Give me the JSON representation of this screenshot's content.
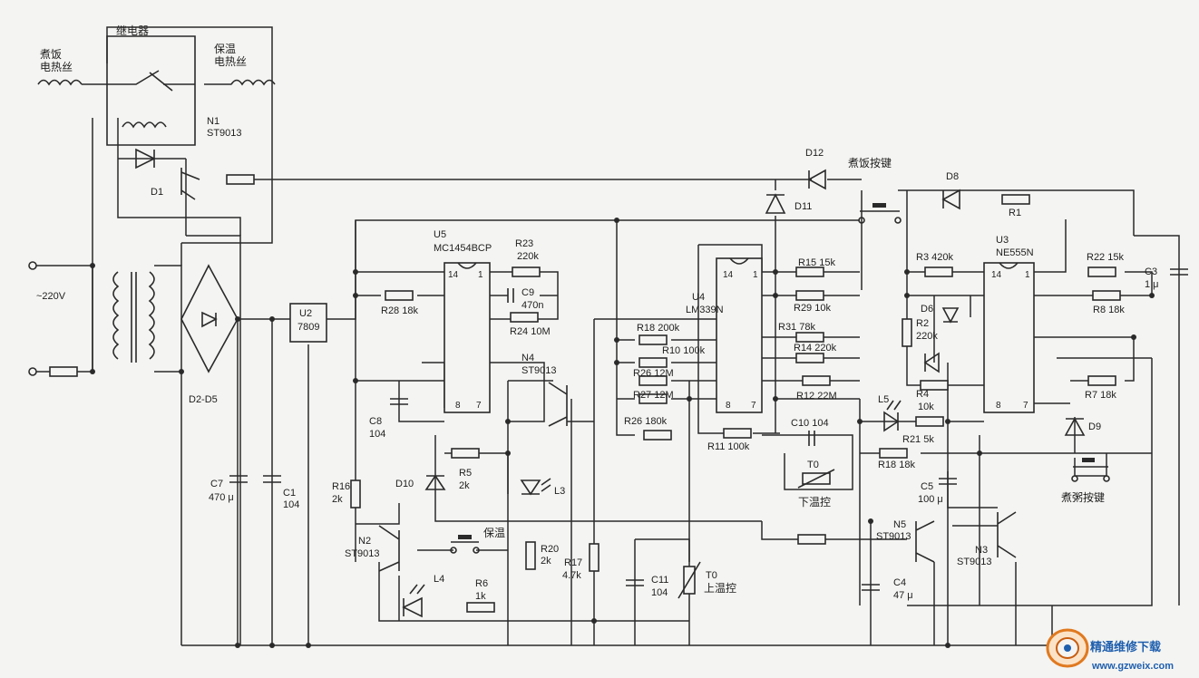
{
  "labels": {
    "relay": "继电器",
    "cook_heater_1": "煮饭",
    "cook_heater_2": "电热丝",
    "warm_heater_1": "保温",
    "warm_heater_2": "电热丝",
    "n1": "N1",
    "n1_part": "ST9013",
    "d1": "D1",
    "ac_in": "~220V",
    "bridge": "D2-D5",
    "u2": "U2",
    "u2_part": "7809",
    "c7": "C7",
    "c7_val": "470 μ",
    "c1": "C1",
    "c1_val": "104",
    "u5": "U5",
    "u5_part": "MC1454BCP",
    "r23": "R23",
    "r23_val": "220k",
    "c9": "C9",
    "c9_val": "470n",
    "r28": "R28  18k",
    "r24": "R24  10M",
    "n4": "N4",
    "n4_part": "ST9013",
    "c8": "C8",
    "c8_val": "104",
    "r16": "R16",
    "r16_val": "2k",
    "d10": "D10",
    "r5": "R5",
    "r5_val": "2k",
    "l3": "L3",
    "n2": "N2",
    "n2_part": "ST9013",
    "keep_warm": "保温",
    "r20": "R20",
    "r20_val": "2k",
    "r17": "R17",
    "r17_val": "4.7k",
    "l4": "L4",
    "r6_left": "R6",
    "r6_left_val": "1k",
    "d12": "D12",
    "cook_key": "煮饭按键",
    "d11": "D11",
    "u4": "U4",
    "u4_part": "LM339N",
    "r15": "R15  15k",
    "r29": "R29  10k",
    "r31": "R31  78k",
    "r14": "R14  220k",
    "r12": "R12  22M",
    "r18_200k": "R18  200k",
    "r10": "R10  100k",
    "r26_12m": "R26  12M",
    "r27": "R27  12M",
    "r26_180k": "R26  180k",
    "r11": "R11  100k",
    "c10": "C10  104",
    "t0_low": "T0",
    "low_temp": "下温控",
    "c11": "C11",
    "c11_val": "104",
    "t0_up": "T0",
    "up_temp": "上温控",
    "d8": "D8",
    "r1": "R1",
    "u3": "U3",
    "u3_part": "NE555N",
    "r3": "R3  420k",
    "d6": "D6",
    "r2": "R2",
    "r2_val": "220k",
    "r22": "R22  15k",
    "c3": "C3",
    "c3_val": "1 μ",
    "r8": "R8  18k",
    "r4": "R4",
    "r4_val": "10k",
    "l5": "L5",
    "r7": "R7  18k",
    "d9": "D9",
    "r21": "R21  5k",
    "r18_18k": "R18  18k",
    "c5": "C5",
    "c5_val": "100 μ",
    "porridge_key": "煮粥按键",
    "n5": "N5",
    "n5_part": "ST9013",
    "n3": "N3",
    "n3_part": "ST9013",
    "c4": "C4",
    "c4_val": "47 μ",
    "pin14": "14",
    "pin1": "1",
    "pin8": "8",
    "pin7": "7"
  },
  "watermark": {
    "site_name": "精通维修下载",
    "url": "www.gzweix.com"
  }
}
